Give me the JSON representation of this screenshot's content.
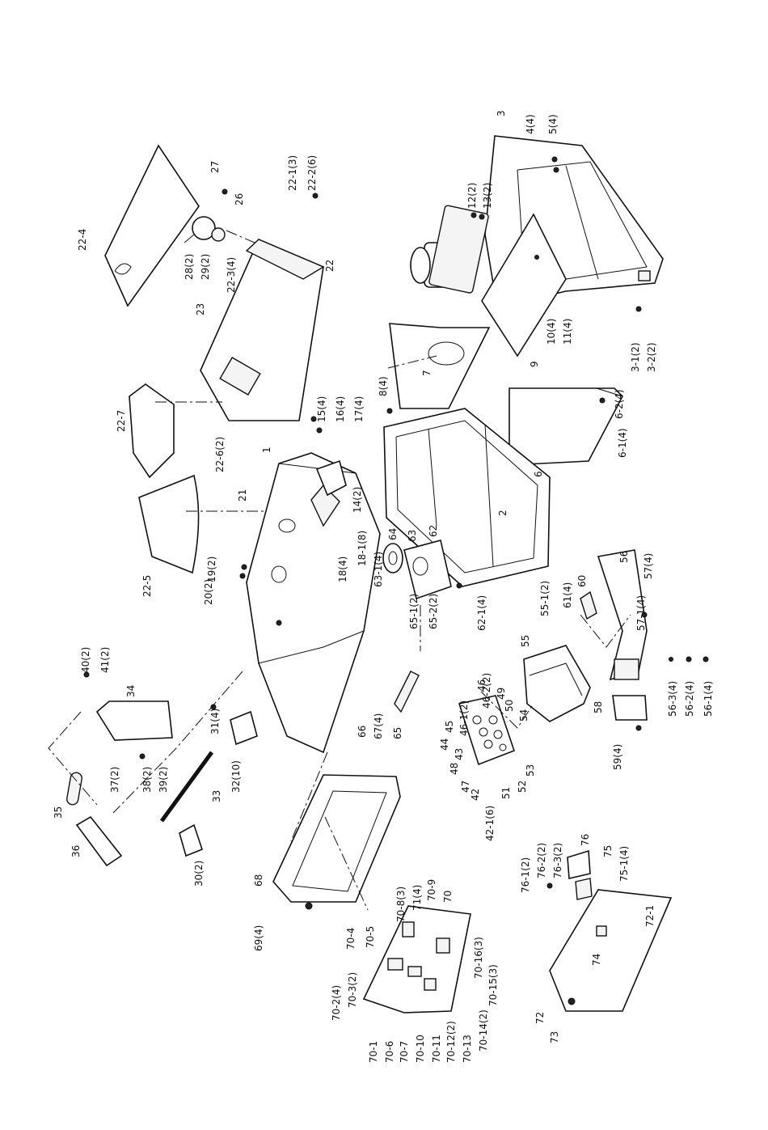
{
  "labels": [
    {
      "id": "p3",
      "text": "3"
    },
    {
      "id": "p4_4",
      "text": "4(4)"
    },
    {
      "id": "p5_4",
      "text": "5(4)"
    },
    {
      "id": "p12_2",
      "text": "12(2)"
    },
    {
      "id": "p13_2",
      "text": "13(2)"
    },
    {
      "id": "p10_4",
      "text": "10(4)"
    },
    {
      "id": "p11_4",
      "text": "11(4)"
    },
    {
      "id": "p9",
      "text": "9"
    },
    {
      "id": "p3_1",
      "text": "3-1(2)"
    },
    {
      "id": "p3_2",
      "text": "3-2(2)"
    },
    {
      "id": "p7",
      "text": "7"
    },
    {
      "id": "p8_4",
      "text": "8(4)"
    },
    {
      "id": "p6",
      "text": "6"
    },
    {
      "id": "p6_1",
      "text": "6-1(4)"
    },
    {
      "id": "p6_2",
      "text": "6-2(4)"
    },
    {
      "id": "p2",
      "text": "2"
    },
    {
      "id": "p22_1",
      "text": "22-1(3)"
    },
    {
      "id": "p22_2",
      "text": "22-2(6)"
    },
    {
      "id": "p22",
      "text": "22"
    },
    {
      "id": "p22_3",
      "text": "22-3(4)"
    },
    {
      "id": "p26",
      "text": "26"
    },
    {
      "id": "p27",
      "text": "27"
    },
    {
      "id": "p28",
      "text": "28(2)"
    },
    {
      "id": "p29",
      "text": "29(2)"
    },
    {
      "id": "p22_4",
      "text": "22-4"
    },
    {
      "id": "p23",
      "text": "23"
    },
    {
      "id": "p22_7",
      "text": "22-7"
    },
    {
      "id": "p22_6",
      "text": "22-6(2)"
    },
    {
      "id": "p1",
      "text": "1"
    },
    {
      "id": "p15",
      "text": "15(4)"
    },
    {
      "id": "p16",
      "text": "16(4)"
    },
    {
      "id": "p17",
      "text": "17(4)"
    },
    {
      "id": "p14",
      "text": "14(2)"
    },
    {
      "id": "p21",
      "text": "21"
    },
    {
      "id": "p18_1",
      "text": "18-1(8)"
    },
    {
      "id": "p18",
      "text": "18(4)"
    },
    {
      "id": "p19",
      "text": "19(2)"
    },
    {
      "id": "p20",
      "text": "20(2)"
    },
    {
      "id": "p22_5",
      "text": "22-5"
    },
    {
      "id": "p63_1",
      "text": "63-1(4)"
    },
    {
      "id": "p64",
      "text": "64"
    },
    {
      "id": "p63",
      "text": "63"
    },
    {
      "id": "p62",
      "text": "62"
    },
    {
      "id": "p62_1",
      "text": "62-1(4)"
    },
    {
      "id": "p56",
      "text": "56"
    },
    {
      "id": "p57",
      "text": "57(4)"
    },
    {
      "id": "p57_1",
      "text": "57-1(4)"
    },
    {
      "id": "p60",
      "text": "60"
    },
    {
      "id": "p61",
      "text": "61(4)"
    },
    {
      "id": "p55_1",
      "text": "55-1(2)"
    },
    {
      "id": "p55",
      "text": "55"
    },
    {
      "id": "p56_3",
      "text": "56-3(4)"
    },
    {
      "id": "p56_2",
      "text": "56-2(4)"
    },
    {
      "id": "p56_1",
      "text": "56-1(4)"
    },
    {
      "id": "p58",
      "text": "58"
    },
    {
      "id": "p59",
      "text": "59(4)"
    },
    {
      "id": "p65_1",
      "text": "65-1(2)"
    },
    {
      "id": "p65_2",
      "text": "65-2(2)"
    },
    {
      "id": "p65",
      "text": "65"
    },
    {
      "id": "p66",
      "text": "66"
    },
    {
      "id": "p67",
      "text": "67(4)"
    },
    {
      "id": "p46_2",
      "text": "46-2(2)"
    },
    {
      "id": "p46",
      "text": "46"
    },
    {
      "id": "p46_1",
      "text": "46-1(2)"
    },
    {
      "id": "p49",
      "text": "49"
    },
    {
      "id": "p50",
      "text": "50"
    },
    {
      "id": "p54",
      "text": "54"
    },
    {
      "id": "p45",
      "text": "45"
    },
    {
      "id": "p44",
      "text": "44"
    },
    {
      "id": "p43",
      "text": "43"
    },
    {
      "id": "p48",
      "text": "48"
    },
    {
      "id": "p47",
      "text": "47"
    },
    {
      "id": "p42",
      "text": "42"
    },
    {
      "id": "p42_1",
      "text": "42-1(6)"
    },
    {
      "id": "p51",
      "text": "51"
    },
    {
      "id": "p52",
      "text": "52"
    },
    {
      "id": "p53",
      "text": "53"
    },
    {
      "id": "p40",
      "text": "40(2)"
    },
    {
      "id": "p41",
      "text": "41(2)"
    },
    {
      "id": "p34",
      "text": "34"
    },
    {
      "id": "p37",
      "text": "37(2)"
    },
    {
      "id": "p38",
      "text": "38(2)"
    },
    {
      "id": "p39",
      "text": "39(2)"
    },
    {
      "id": "p35",
      "text": "35"
    },
    {
      "id": "p36",
      "text": "36"
    },
    {
      "id": "p31",
      "text": "31(4)"
    },
    {
      "id": "p32",
      "text": "32(10)"
    },
    {
      "id": "p33",
      "text": "33"
    },
    {
      "id": "p30",
      "text": "30(2)"
    },
    {
      "id": "p68",
      "text": "68"
    },
    {
      "id": "p69",
      "text": "69(4)"
    },
    {
      "id": "p71",
      "text": "71(4)"
    },
    {
      "id": "p70_9",
      "text": "70-9"
    },
    {
      "id": "p70",
      "text": "70"
    },
    {
      "id": "p70_8",
      "text": "70-8(3)"
    },
    {
      "id": "p70_5",
      "text": "70-5"
    },
    {
      "id": "p70_4",
      "text": "70-4"
    },
    {
      "id": "p70_3",
      "text": "70-3(2)"
    },
    {
      "id": "p70_2",
      "text": "70-2(4)"
    },
    {
      "id": "p70_1",
      "text": "70-1"
    },
    {
      "id": "p70_6",
      "text": "70-6"
    },
    {
      "id": "p70_7",
      "text": "70-7"
    },
    {
      "id": "p70_10",
      "text": "70-10"
    },
    {
      "id": "p70_11",
      "text": "70-11"
    },
    {
      "id": "p70_12",
      "text": "70-12(2)"
    },
    {
      "id": "p70_13",
      "text": "70-13"
    },
    {
      "id": "p70_14",
      "text": "70-14(2)"
    },
    {
      "id": "p70_15",
      "text": "70-15(3)"
    },
    {
      "id": "p70_16",
      "text": "70-16(3)"
    },
    {
      "id": "p76_1",
      "text": "76-1(2)"
    },
    {
      "id": "p76_2",
      "text": "76-2(2)"
    },
    {
      "id": "p76_3",
      "text": "76-3(2)"
    },
    {
      "id": "p76",
      "text": "76"
    },
    {
      "id": "p75",
      "text": "75"
    },
    {
      "id": "p75_1",
      "text": "75-1(4)"
    },
    {
      "id": "p72_1",
      "text": "72-1"
    },
    {
      "id": "p74",
      "text": "74"
    },
    {
      "id": "p72",
      "text": "72"
    },
    {
      "id": "p73",
      "text": "73"
    }
  ]
}
